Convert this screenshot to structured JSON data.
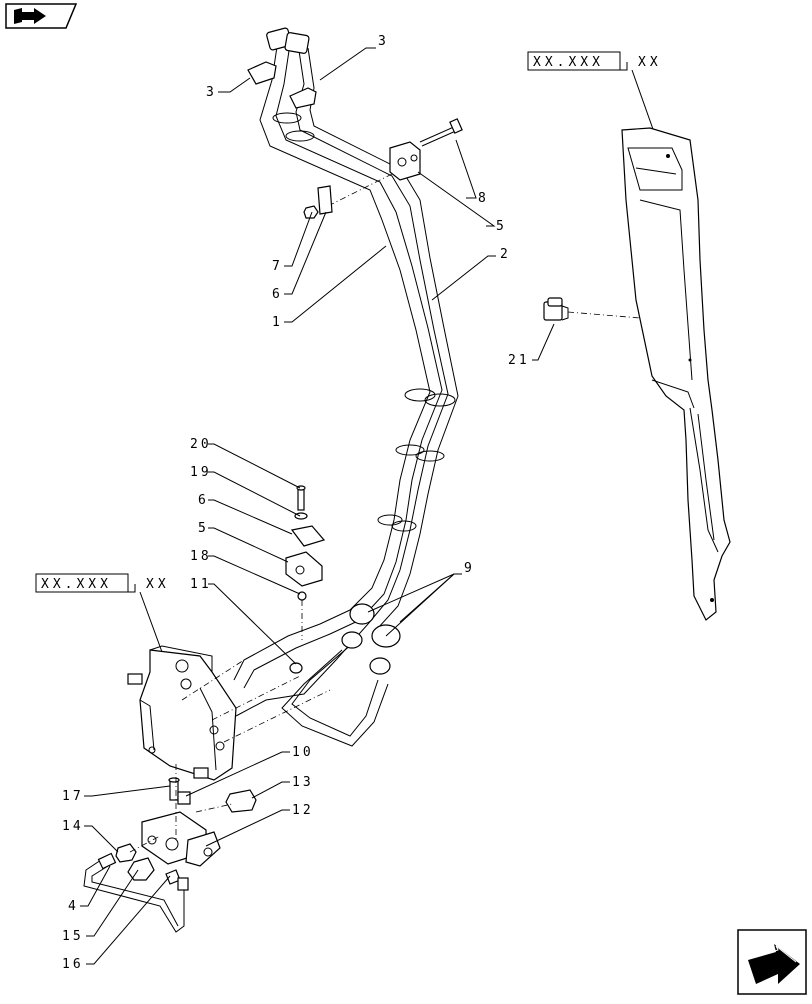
{
  "nav_icons": {
    "top_left": "book-arrow-icon",
    "bottom_right": "next-page-arrow-icon"
  },
  "reference_boxes": [
    {
      "code": "XX.XXX",
      "suffix": "XX"
    },
    {
      "code": "XX.XXX",
      "suffix": "XX"
    }
  ],
  "callouts": {
    "c1": "1",
    "c2": "2",
    "c3a": "3",
    "c3b": "3",
    "c4": "4",
    "c5a": "5",
    "c5b": "5",
    "c6a": "6",
    "c6b": "6",
    "c7": "7",
    "c8": "8",
    "c9": "9",
    "c10": "10",
    "c11": "11",
    "c12": "12",
    "c13": "13",
    "c14": "14",
    "c15": "15",
    "c16": "16",
    "c17": "17",
    "c18": "18",
    "c19": "19",
    "c20": "20",
    "c21": "21"
  }
}
